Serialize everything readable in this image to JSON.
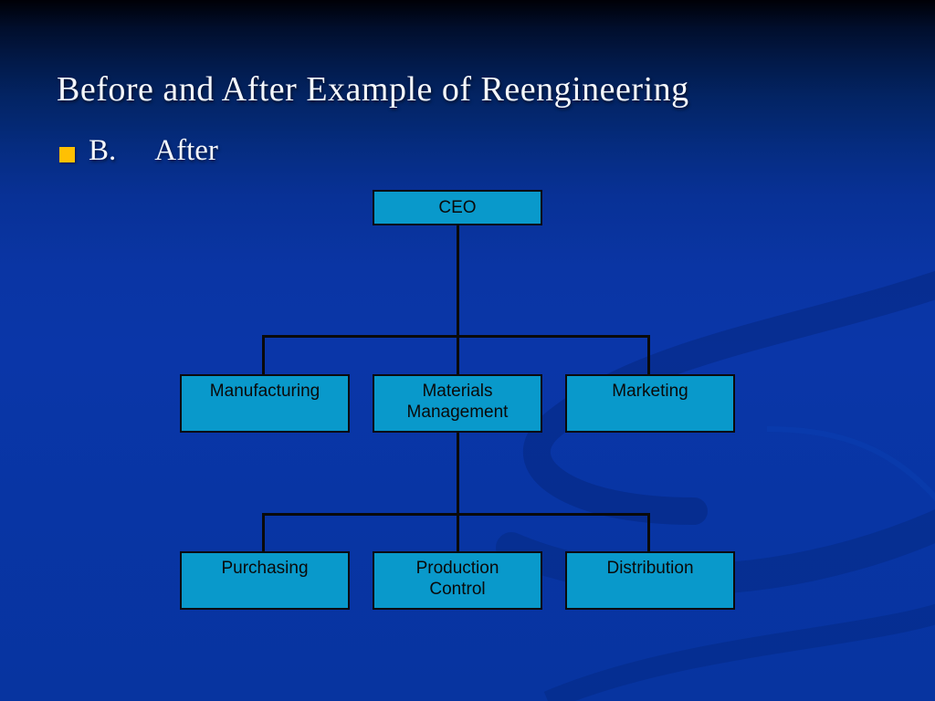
{
  "slide": {
    "title": "Before and After Example of Reengineering",
    "bullet": {
      "letter": "B.",
      "label": "After"
    }
  },
  "org_chart": {
    "type": "org-tree",
    "root": {
      "label": "CEO"
    },
    "level2": [
      {
        "label": "Manufacturing"
      },
      {
        "label": "Materials Management"
      },
      {
        "label": "Marketing"
      }
    ],
    "level3": [
      {
        "label": "Purchasing"
      },
      {
        "label": "Production Control"
      },
      {
        "label": "Distribution"
      }
    ],
    "level3_parent": "Materials Management"
  },
  "colors": {
    "node_fill": "#0999cb",
    "node_border": "#0b0b0b",
    "connector": "#0a0a0a",
    "bullet_marker": "#ffc003",
    "title_text": "#f4f6fb",
    "background_top": "#000006",
    "background_bottom": "#0734a0"
  }
}
